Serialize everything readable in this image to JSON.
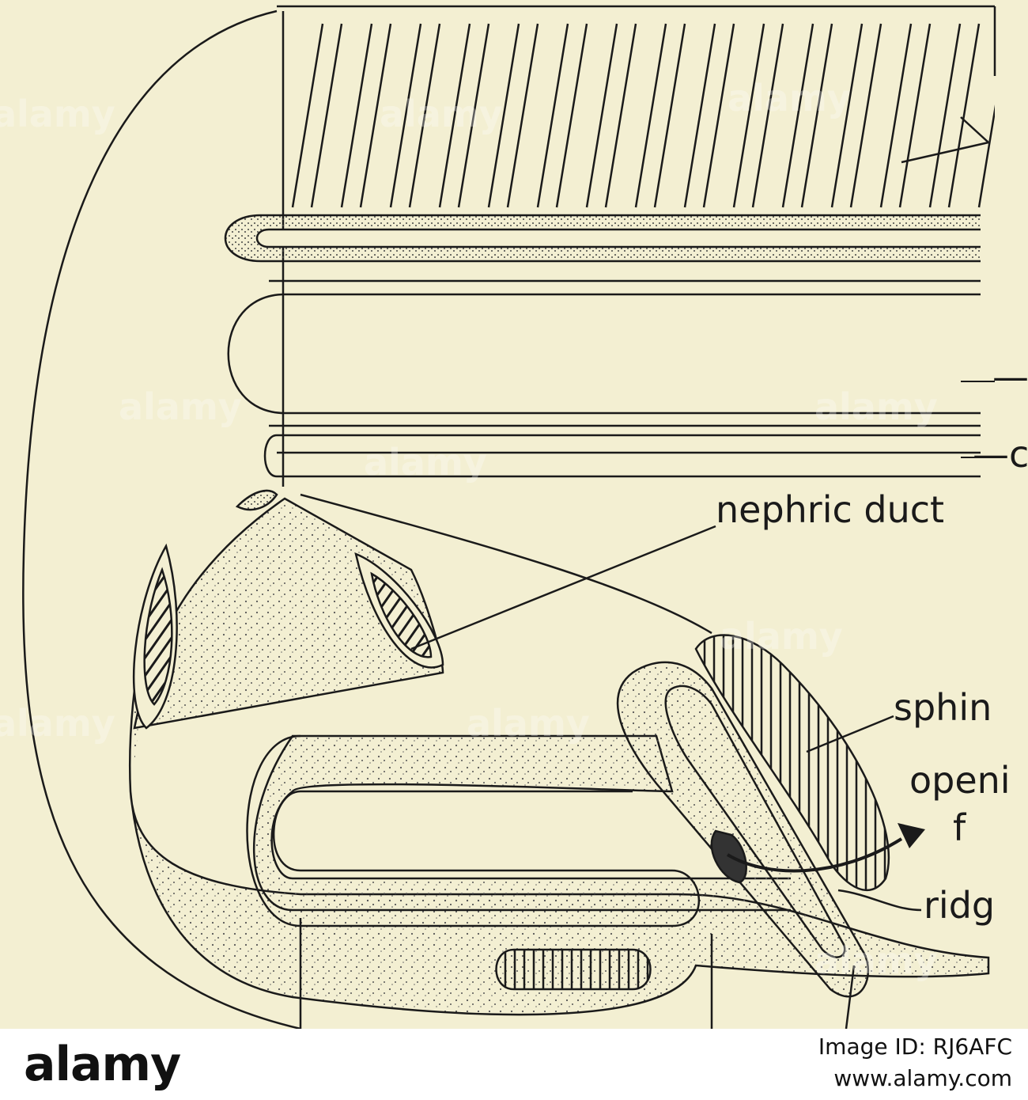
{
  "labels": {
    "nephric_duct": "nephric duct",
    "sphincter": "sphin",
    "opening": "openi",
    "opening_line2": "f",
    "ridge": "ridg",
    "right_label_1": "—",
    "right_label_2": "—c"
  },
  "watermark": {
    "text": "alamy"
  },
  "footer": {
    "brand": "alamy",
    "image_id": "Image ID: RJ6AFC",
    "url": "www.alamy.com"
  },
  "colors": {
    "background": "#f3efd2",
    "ink": "#1a1a1a",
    "footer_bg": "#ffffff"
  }
}
